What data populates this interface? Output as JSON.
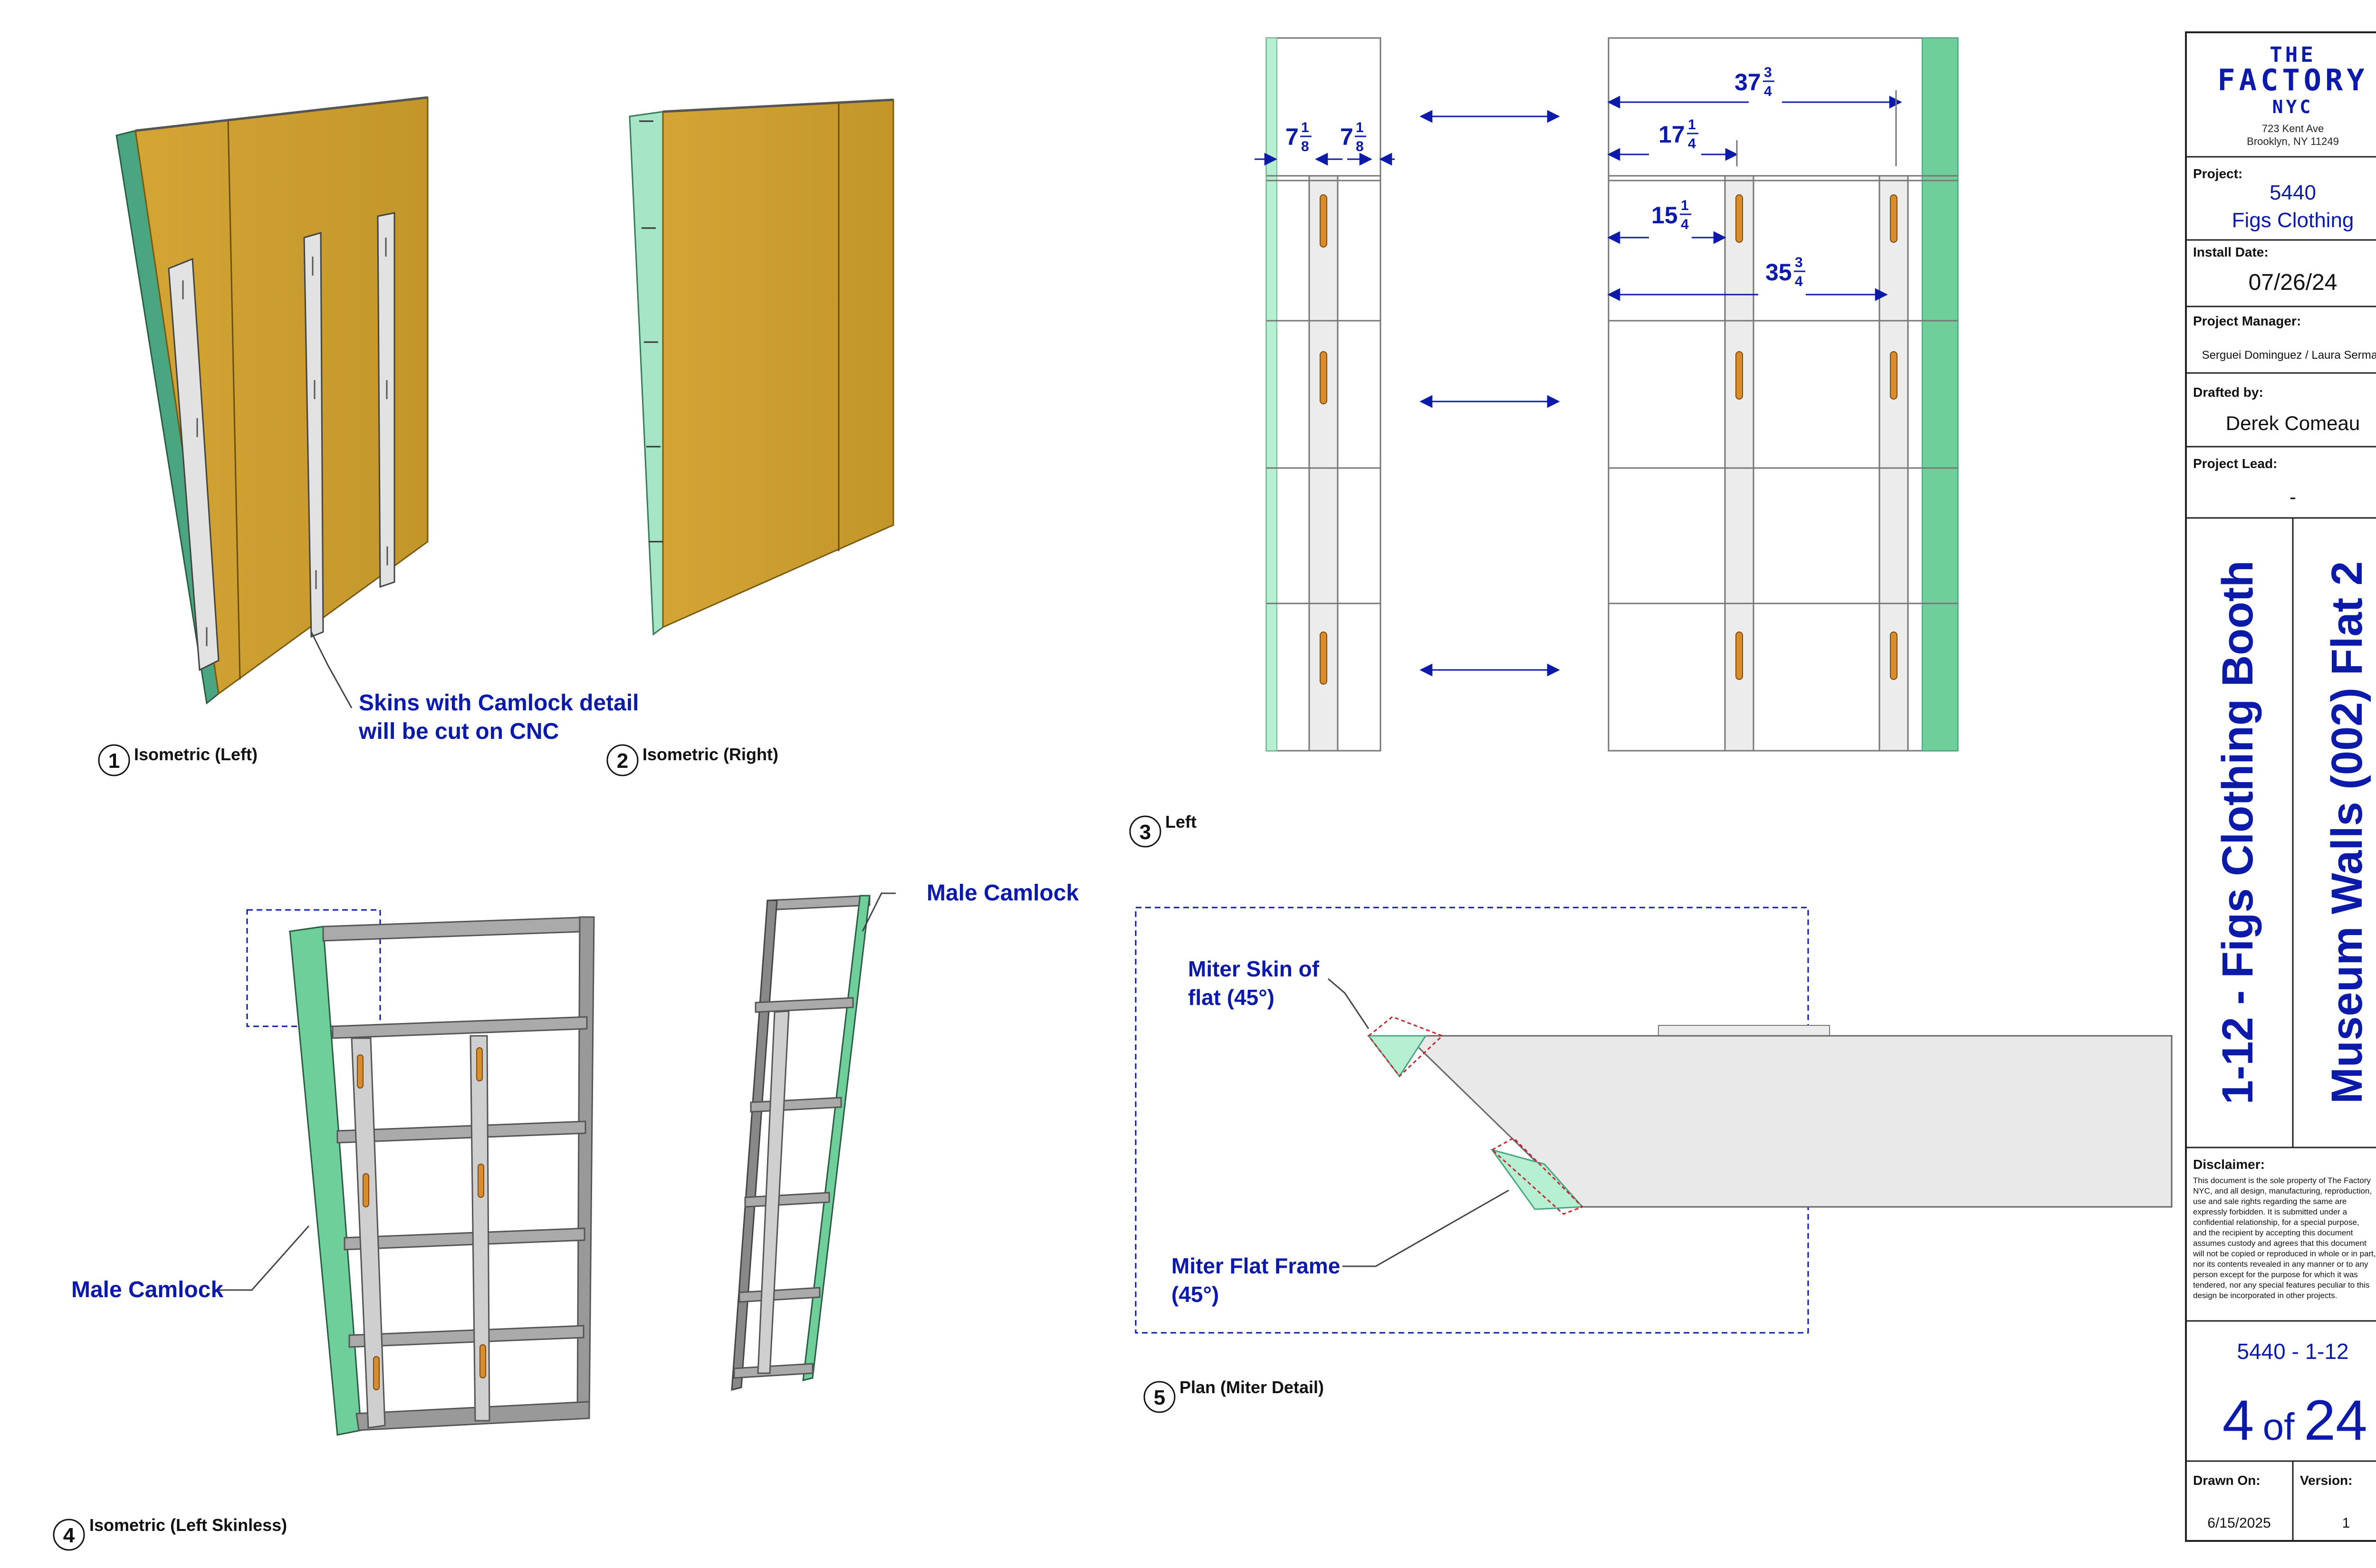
{
  "colors": {
    "accent": "#0b1aa8",
    "skin": "#c99b2b",
    "green": "#6fcf9a",
    "frame": "#8f8f8f",
    "camlock": "#d98c2b"
  },
  "views": {
    "v1": {
      "number": "1",
      "title": "Isometric (Left)"
    },
    "v2": {
      "number": "2",
      "title": "Isometric (Right)"
    },
    "v3": {
      "number": "3",
      "title": "Left"
    },
    "v4": {
      "number": "4",
      "title": "Isometric (Left Skinless)"
    },
    "v5": {
      "number": "5",
      "title": "Plan (Miter Detail)"
    }
  },
  "callouts": {
    "skins_line1": "Skins with Camlock detail",
    "skins_line2": "will be cut on CNC",
    "male_camlock_left": "Male Camlock",
    "male_camlock_right": "Male Camlock",
    "miter_skin_line1": "Miter Skin of",
    "miter_skin_line2": "flat (45°)",
    "miter_frame_line1": "Miter Flat Frame",
    "miter_frame_line2": "(45°)"
  },
  "dimensions": {
    "d1": {
      "whole": "7",
      "num": "1",
      "den": "8"
    },
    "d2": {
      "whole": "7",
      "num": "1",
      "den": "8"
    },
    "d3": {
      "whole": "37",
      "num": "3",
      "den": "4"
    },
    "d4": {
      "whole": "17",
      "num": "1",
      "den": "4"
    },
    "d5": {
      "whole": "15",
      "num": "1",
      "den": "4"
    },
    "d6": {
      "whole": "35",
      "num": "3",
      "den": "4"
    }
  },
  "title_block": {
    "logo_line1": "THE",
    "logo_line2": "FACTORY",
    "logo_line3": "NYC",
    "address_line1": "723 Kent Ave",
    "address_line2": "Brooklyn, NY 11249",
    "project_label": "Project:",
    "project_number": "5440",
    "project_name": "Figs Clothing",
    "install_date_label": "Install Date:",
    "install_date": "07/26/24",
    "pm_label": "Project Manager:",
    "pm_value": "Serguei Dominguez / Laura Serman",
    "drafted_label": "Drafted by:",
    "drafted_value": "Derek Comeau",
    "lead_label": "Project Lead:",
    "lead_value": "-",
    "sheet_title_1": "1-12 - Figs Clothing Booth",
    "sheet_title_2": "Museum Walls (002) Flat 2",
    "disclaimer_label": "Disclaimer:",
    "disclaimer_lines": [
      "This document is the sole property of The Factory",
      "NYC, and all design, manufacturing, reproduction,",
      "use and sale rights regarding the same are",
      "expressly forbidden. It is submitted under a",
      "confidential relationship, for a special purpose,",
      "and the recipient by accepting this document",
      "assumes custody and agrees that this document",
      "will not be copied or reproduced in whole or in part,",
      "nor its contents revealed in any manner or to any",
      "person except for the purpose for which it was",
      "tendered, nor any special features peculiar to this",
      "design be incorporated in other projects."
    ],
    "sheet_code": "5440 - 1-12",
    "sheet_no": "4",
    "sheet_of": "of",
    "sheet_total": "24",
    "drawn_on_label": "Drawn On:",
    "drawn_on_value": "6/15/2025",
    "version_label": "Version:",
    "version_value": "1"
  }
}
